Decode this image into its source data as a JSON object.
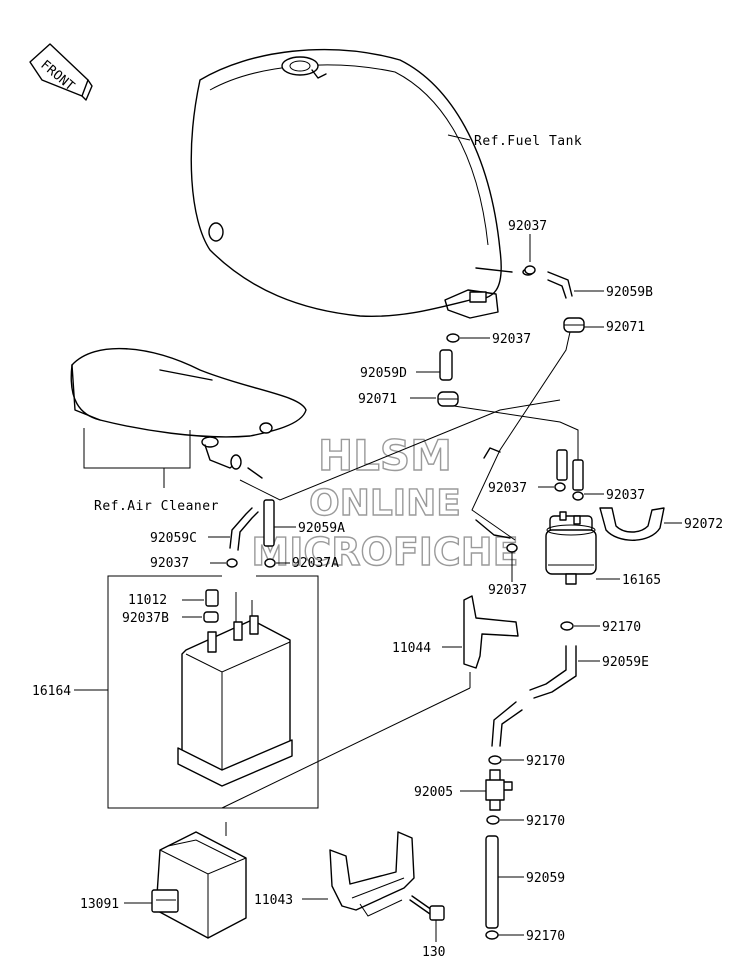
{
  "front_label": "FRONT",
  "refs": {
    "fuel_tank": "Ref.Fuel Tank",
    "air_cleaner": "Ref.Air Cleaner"
  },
  "watermark": [
    "HLSM",
    "ONLINE",
    "MICROFICHE"
  ],
  "parts": {
    "p92037_top": "92037",
    "p92059B": "92059B",
    "p92071_top": "92071",
    "p92037_mid": "92037",
    "p92059D": "92059D",
    "p92071_mid": "92071",
    "p92037_right1": "92037",
    "p92037_right2": "92037",
    "p92072": "92072",
    "p92059C": "92059C",
    "p92059A": "92059A",
    "p92037_left": "92037",
    "p92037A": "92037A",
    "p16165": "16165",
    "p92037_low": "92037",
    "p11012": "11012",
    "p92037B": "92037B",
    "p92170_1": "92170",
    "p11044": "11044",
    "p92059E": "92059E",
    "p16164": "16164",
    "p92170_2": "92170",
    "p92005": "92005",
    "p92170_3": "92170",
    "p92059": "92059",
    "p13091": "13091",
    "p11043": "11043",
    "p92170_4": "92170",
    "p130": "130"
  }
}
